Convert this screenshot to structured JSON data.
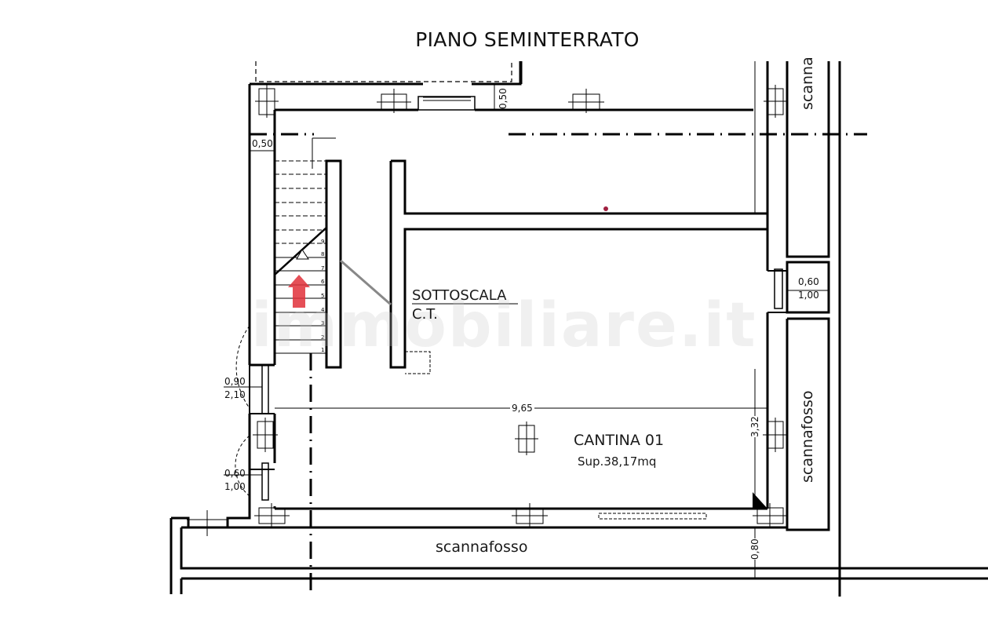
{
  "title": "PIANO SEMINTERRATO",
  "watermark": "immobiliare.it",
  "rooms": {
    "sottoscala": {
      "line1": "SOTTOSCALA",
      "line2": "C.T."
    },
    "cantina": {
      "name": "CANTINA 01",
      "area": "Sup.38,17mq"
    },
    "scannafosso_bottom": "scannafosso",
    "scannafosso_right": "scannafosso",
    "scannafosso_top_right": "scanna"
  },
  "dimensions": {
    "left_wall_thickness": "0,50",
    "top_wall_thickness": "0,50",
    "room_width": "9,65",
    "room_depth": "3,32",
    "scannafosso_width": "0,80",
    "door_left_w": "0,90",
    "door_left_h": "2,10",
    "window_left_w": "0,60",
    "window_left_h": "1,00",
    "window_right_w": "0,60",
    "window_right_h": "1,00"
  },
  "stair_steps": [
    "1",
    "2",
    "3",
    "4",
    "5",
    "6",
    "7",
    "8",
    "9"
  ],
  "colors": {
    "wall": "#000000",
    "marker": "#e0303a",
    "background": "#ffffff"
  }
}
